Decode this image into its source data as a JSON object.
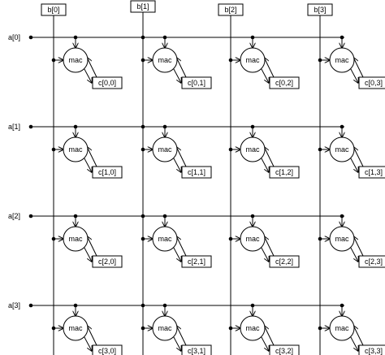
{
  "diagram": {
    "b_labels": [
      "b[0]",
      "b[1]",
      "b[2]",
      "b[3]"
    ],
    "a_labels": [
      "a[0]",
      "a[1]",
      "a[2]",
      "a[3]"
    ],
    "node_label": "mac",
    "c_labels": [
      [
        "c[0,0]",
        "c[0,1]",
        "c[0,2]",
        "c[0,3]"
      ],
      [
        "c[1,0]",
        "c[1,1]",
        "c[1,2]",
        "c[1,3]"
      ],
      [
        "c[2,0]",
        "c[2,1]",
        "c[2,2]",
        "c[2,3]"
      ],
      [
        "c[3,0]",
        "c[3,1]",
        "c[3,2]",
        "c[3,3]"
      ]
    ]
  }
}
